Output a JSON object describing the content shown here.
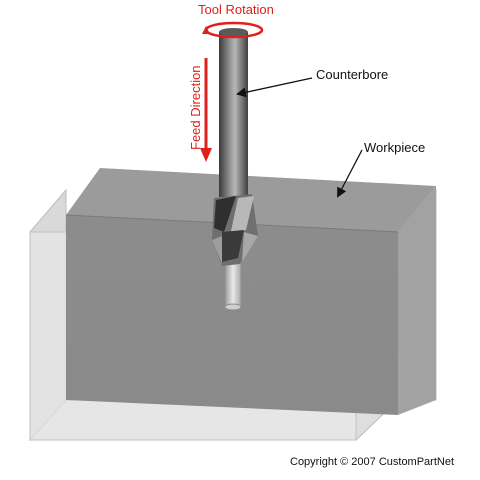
{
  "labels": {
    "tool_rotation": "Tool Rotation",
    "feed_direction": "Feed Direction",
    "counterbore": "Counterbore",
    "workpiece": "Workpiece",
    "copyright": "Copyright © 2007 CustomPartNet"
  },
  "colors": {
    "accent": "#e0201c",
    "workpiece_front": "#8f8f8f",
    "workpiece_top": "#9c9c9c",
    "glass": "#d6d6d6",
    "tool_dark": "#3e3e3e",
    "tool_mid": "#8a8a8a",
    "tool_light": "#b0b0b0"
  }
}
